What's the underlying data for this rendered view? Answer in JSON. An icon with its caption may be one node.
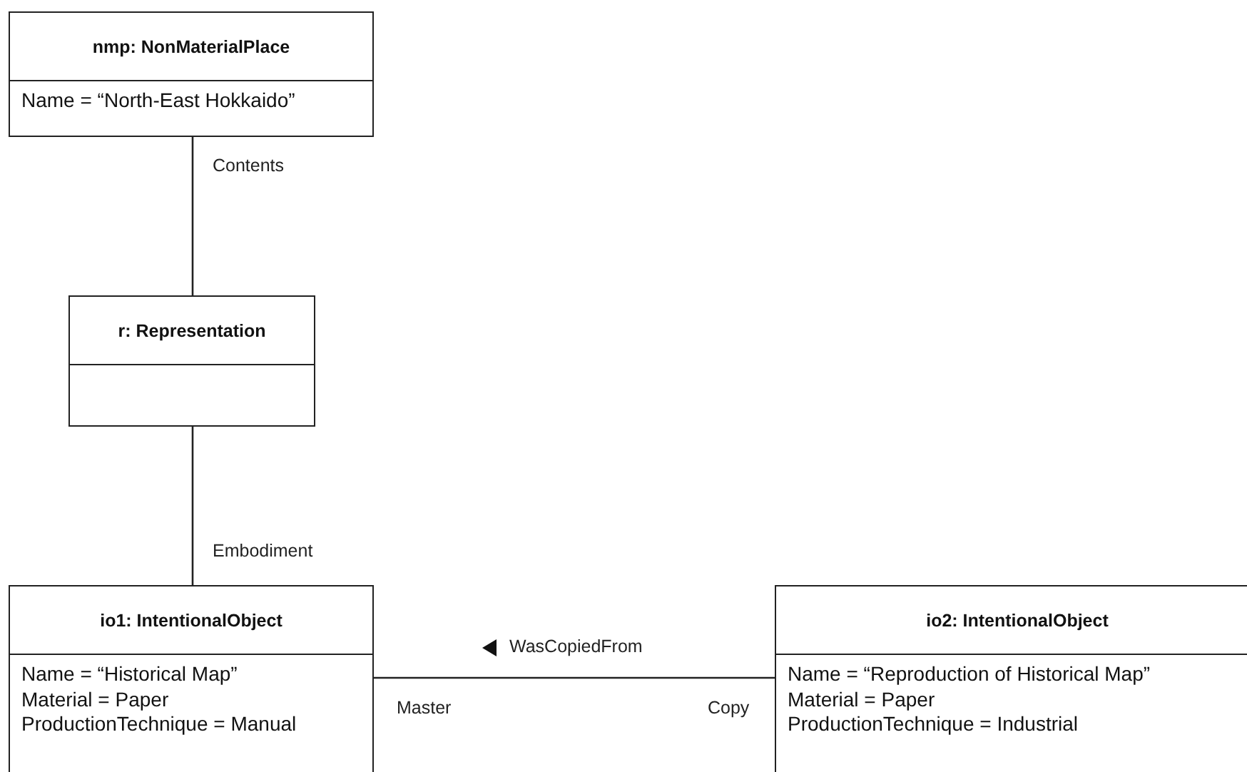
{
  "diagram": {
    "nodes": [
      {
        "text": [
          "nmp: NonMaterialPlace",
          "Name = “North-East Hokkaido”"
        ]
      },
      {
        "text": [
          "r: Representation"
        ]
      },
      {
        "text": [
          "io1: IntentionalObject",
          "Name = “Historical Map”",
          "Material = Paper",
          "ProductionTechnique = Manual"
        ]
      },
      {
        "text": [
          "io2: IntentionalObject",
          "Name = “Reproduction of Historical Map”",
          "Material = Paper",
          "ProductionTechnique = Industrial"
        ]
      }
    ],
    "edges": [
      {
        "from": 0,
        "to": 1,
        "arrow": "none",
        "label": "Contents"
      },
      {
        "from": 1,
        "to": 2,
        "arrow": "none",
        "label": "Embodiment"
      },
      {
        "from": 2,
        "to": 3,
        "arrow": "none",
        "label": "WasCopiedFrom"
      }
    ],
    "labels": [
      "Master",
      "Copy"
    ]
  }
}
